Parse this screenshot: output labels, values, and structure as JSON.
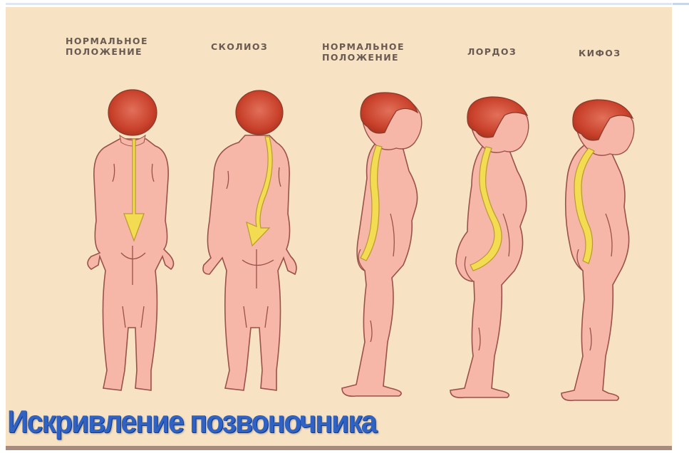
{
  "labels": {
    "normal_back": "НОРМАЛЬНОЕ\nПОЛОЖЕНИЕ",
    "scoliosis": "СКОЛИОЗ",
    "normal_side": "НОРМАЛЬНОЕ\nПОЛОЖЕНИЕ",
    "lordosis": "ЛОРДОЗ",
    "kyphosis": "КИФОЗ"
  },
  "caption": "Искривление позвоночника",
  "colors": {
    "background": "#f7e3c4",
    "skin": "#f6b7a8",
    "hair": "#c9412b",
    "spine": "#f3dc52",
    "title": "#2f62c3"
  }
}
